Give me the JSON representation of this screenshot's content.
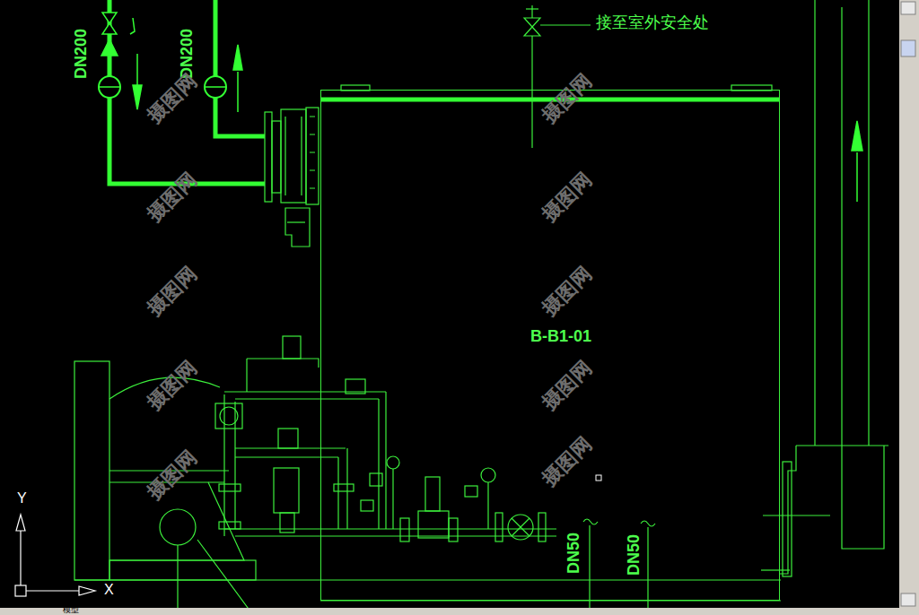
{
  "diagram": {
    "nodes": [
      {
        "text": [
          "B-B1-01"
        ]
      }
    ],
    "labels": [
      "DN200",
      "DN200",
      "接至室外安全处",
      "DN50",
      "DN50",
      "Y",
      "X",
      "模型",
      "摄图网",
      "摄图网",
      "摄图网",
      "摄图网",
      "摄图网",
      "摄图网",
      "摄图网",
      "摄图网",
      "摄图网",
      "摄图网"
    ]
  }
}
